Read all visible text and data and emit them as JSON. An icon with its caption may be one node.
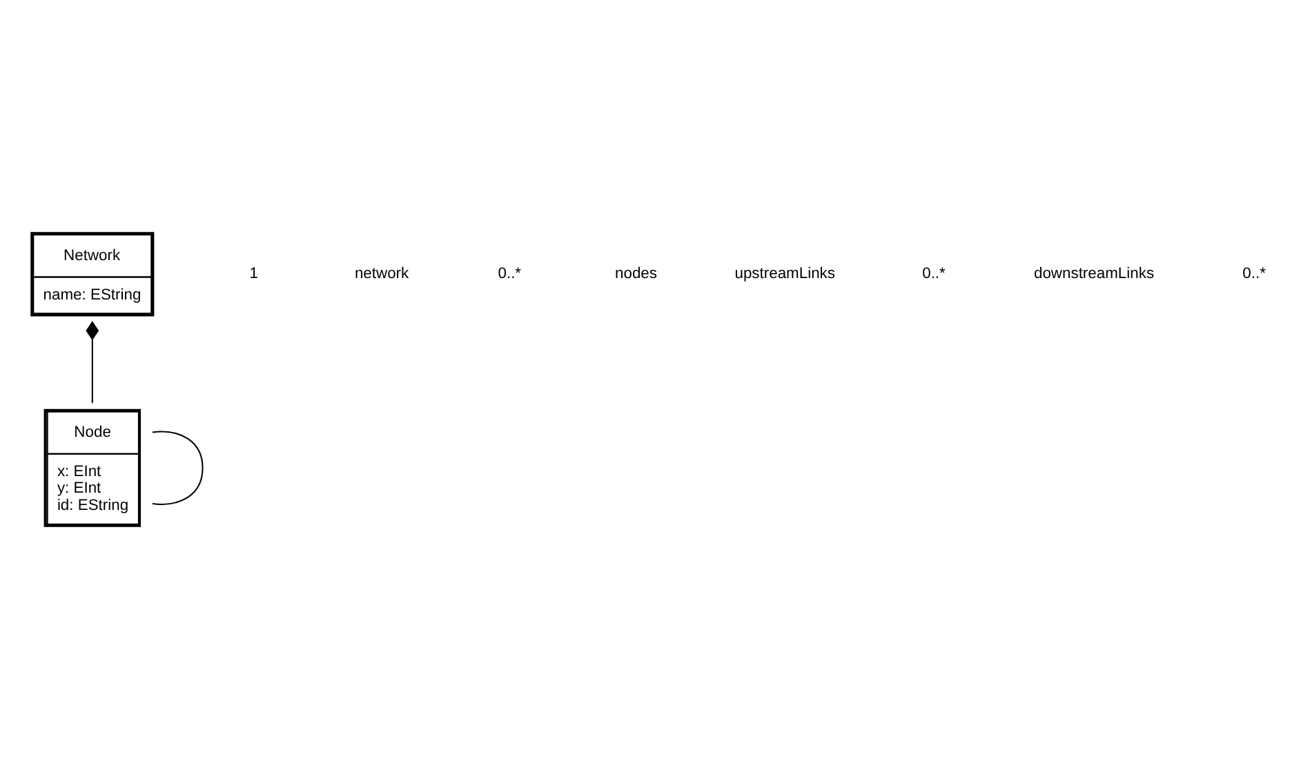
{
  "diagram": {
    "nodes": [
      {
        "text": [
          "Network",
          "name: EString"
        ]
      },
      {
        "text": [
          "Node",
          "x: EInt",
          "y: EInt",
          "id: EString"
        ]
      }
    ],
    "edges": [
      {
        "from": 0,
        "to": 1,
        "arrow": "other"
      },
      {
        "from": 1,
        "to": 1,
        "arrow": "none"
      }
    ],
    "labels": [
      "1",
      "network",
      "0..*",
      "nodes",
      "upstreamLinks",
      "0..*",
      "downstreamLinks",
      "0..*"
    ]
  }
}
